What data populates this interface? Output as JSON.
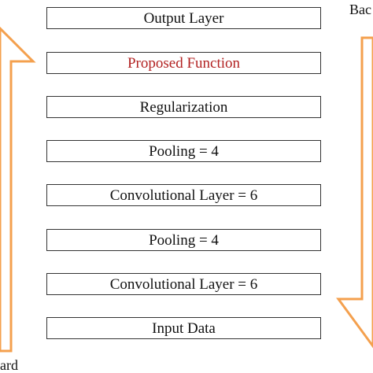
{
  "diagram": {
    "layers": [
      {
        "id": "output",
        "label": "Output Layer"
      },
      {
        "id": "proposed",
        "label": "Proposed Function",
        "color": "#b22222"
      },
      {
        "id": "regularization",
        "label": "Regularization"
      },
      {
        "id": "pooling-2",
        "label": "Pooling = 4"
      },
      {
        "id": "conv-2",
        "label": "Convolutional Layer = 6"
      },
      {
        "id": "pooling-1",
        "label": "Pooling = 4"
      },
      {
        "id": "conv-1",
        "label": "Convolutional Layer = 6"
      },
      {
        "id": "input",
        "label": "Input Data"
      }
    ],
    "forward_label": "ard",
    "backward_label": "Bac",
    "arrow_color": "#f4a04e"
  }
}
